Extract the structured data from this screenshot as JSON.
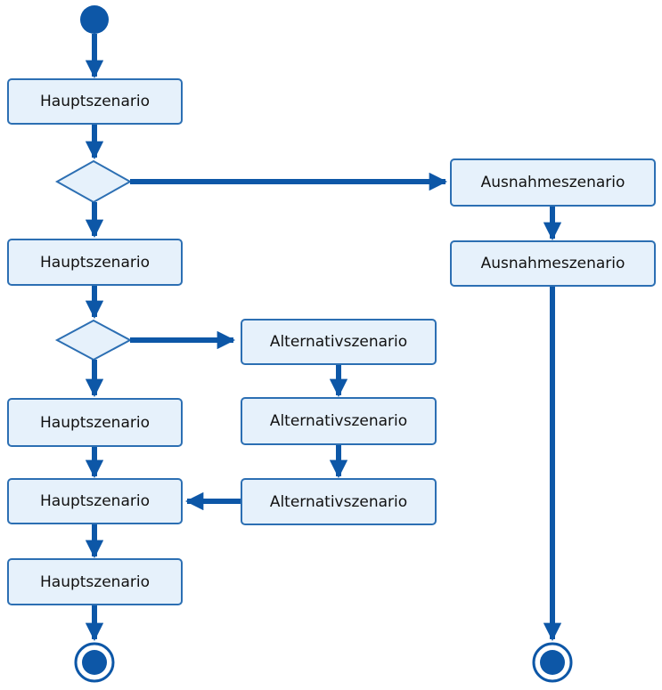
{
  "colors": {
    "stroke": "#0d57a7",
    "node_fill": "#e6f1fb",
    "node_border": "#2c6fb3"
  },
  "main_flow": [
    "Hauptszenario",
    "Hauptszenario",
    "Hauptszenario",
    "Hauptszenario",
    "Hauptszenario"
  ],
  "alternative_flow": [
    "Alternativszenario",
    "Alternativszenario",
    "Alternativszenario"
  ],
  "exception_flow": [
    "Ausnahmeszenario",
    "Ausnahmeszenario"
  ]
}
